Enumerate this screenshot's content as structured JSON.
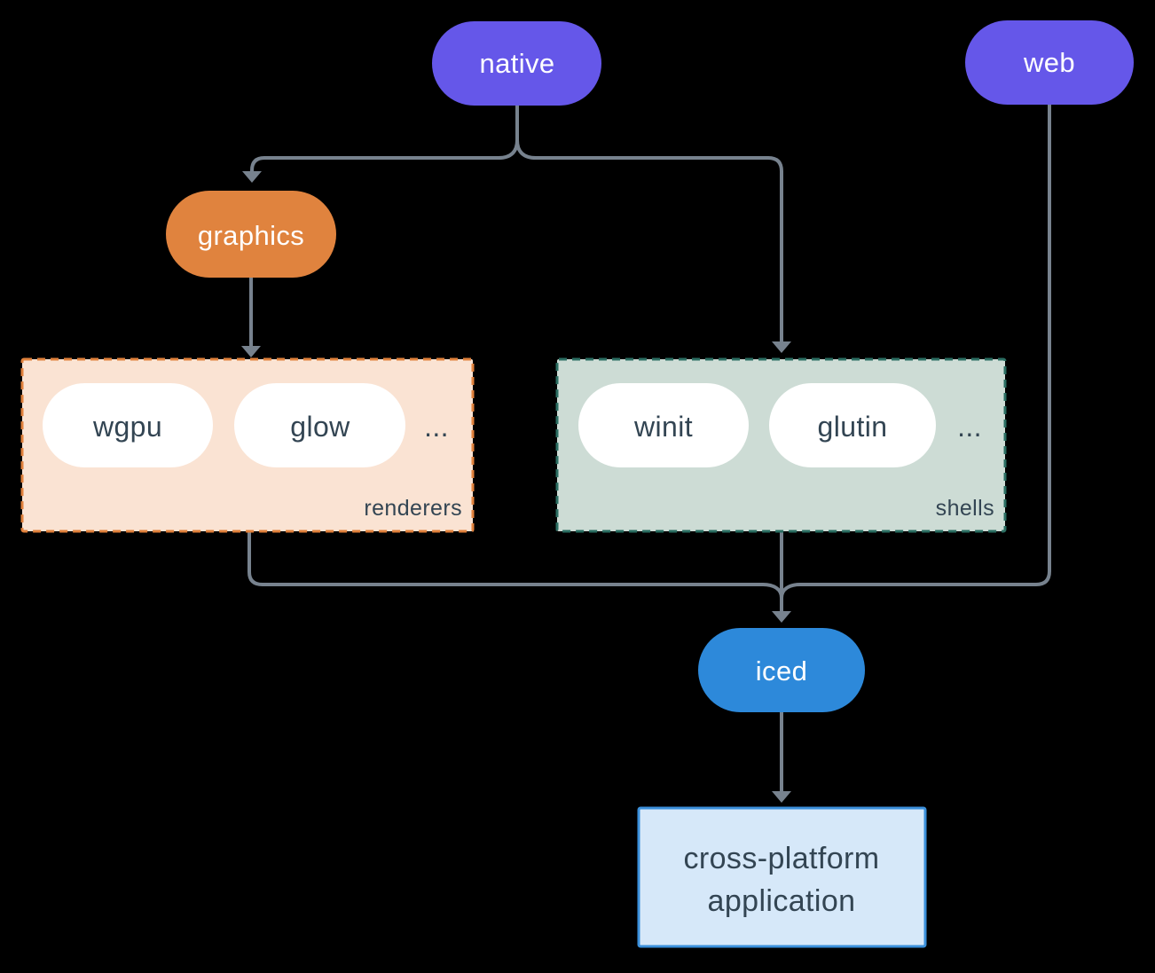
{
  "diagram": {
    "nodes": {
      "native": "native",
      "web": "web",
      "graphics": "graphics",
      "iced": "iced"
    },
    "renderers": {
      "label": "renderers",
      "pill1": "wgpu",
      "pill2": "glow",
      "more": "..."
    },
    "shells": {
      "label": "shells",
      "pill1": "winit",
      "pill2": "glutin",
      "more": "..."
    },
    "app": {
      "line1": "cross-platform",
      "line2": "application"
    }
  },
  "colors": {
    "background": "#000000",
    "edge": "#77828e",
    "node_label": "#ffffff",
    "dark_label": "#334553",
    "native_web_fill": "#6557e9",
    "graphics_fill": "#e0833e",
    "iced_fill": "#2d89da",
    "inner_pill_fill": "#ffffff",
    "renderers_bg": "#fae3d3",
    "renderers_border": "#e0813c",
    "shells_bg": "#cddcd5",
    "shells_border": "#2b6e62",
    "app_bg": "#d6e8f9",
    "app_border": "#3b90db"
  }
}
